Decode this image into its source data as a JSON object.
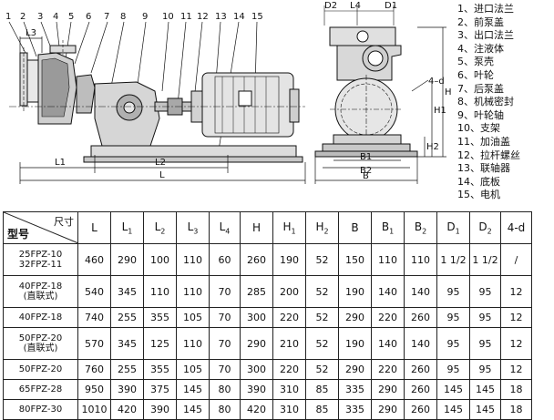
{
  "drawing": {
    "side_view_labels": [
      "1",
      "2",
      "3",
      "4",
      "5",
      "6",
      "7",
      "8",
      "9",
      "10",
      "11",
      "12",
      "13",
      "14",
      "15"
    ],
    "dims_side": {
      "L3": "L3",
      "L1": "L1",
      "L2": "L2",
      "L": "L"
    },
    "dims_end": {
      "D2": "D2",
      "L4": "L4",
      "D1": "D1",
      "H": "H",
      "H1": "H1",
      "H2": "H2",
      "B1": "B1",
      "B2": "B2",
      "B": "B",
      "n_d": "4–d"
    }
  },
  "legend": [
    "1、进口法兰",
    "2、前泵盖",
    "3、出口法兰",
    "4、注液体",
    "5、泵壳",
    "6、叶轮",
    "7、后泵盖",
    "8、机械密封",
    "9、叶轮轴",
    "10、支架",
    "11、加油盖",
    "12、拉杆螺丝",
    "13、联轴器",
    "14、底板",
    "15、电机"
  ],
  "table": {
    "corner_dim": "尺寸",
    "corner_model": "型号",
    "headers": [
      "L",
      "L1",
      "L2",
      "L3",
      "L4",
      "H",
      "H1",
      "H2",
      "B",
      "B1",
      "B2",
      "D1",
      "D2",
      "4-d"
    ],
    "rows": [
      {
        "model": [
          "25FPZ-10",
          "32FPZ-11"
        ],
        "values": [
          "460",
          "290",
          "100",
          "110",
          "60",
          "260",
          "190",
          "52",
          "150",
          "110",
          "110",
          "1 1/2",
          "1 1/2",
          "/"
        ]
      },
      {
        "model": [
          "40FPZ-18",
          "(直联式)"
        ],
        "values": [
          "540",
          "345",
          "110",
          "110",
          "70",
          "285",
          "200",
          "52",
          "190",
          "140",
          "140",
          "95",
          "95",
          "12"
        ]
      },
      {
        "model": [
          "40FPZ-18"
        ],
        "values": [
          "740",
          "255",
          "355",
          "105",
          "70",
          "300",
          "220",
          "52",
          "290",
          "220",
          "260",
          "95",
          "95",
          "12"
        ]
      },
      {
        "model": [
          "50FPZ-20",
          "(直联式)"
        ],
        "values": [
          "570",
          "345",
          "125",
          "110",
          "70",
          "290",
          "210",
          "52",
          "190",
          "140",
          "140",
          "95",
          "95",
          "12"
        ]
      },
      {
        "model": [
          "50FPZ-20"
        ],
        "values": [
          "760",
          "255",
          "355",
          "105",
          "70",
          "300",
          "220",
          "52",
          "290",
          "220",
          "260",
          "95",
          "95",
          "12"
        ]
      },
      {
        "model": [
          "65FPZ-28"
        ],
        "values": [
          "950",
          "390",
          "375",
          "145",
          "80",
          "390",
          "310",
          "85",
          "335",
          "290",
          "260",
          "145",
          "145",
          "18"
        ]
      },
      {
        "model": [
          "80FPZ-30"
        ],
        "values": [
          "1010",
          "420",
          "390",
          "145",
          "80",
          "420",
          "310",
          "85",
          "335",
          "290",
          "260",
          "145",
          "145",
          "18"
        ]
      }
    ]
  }
}
